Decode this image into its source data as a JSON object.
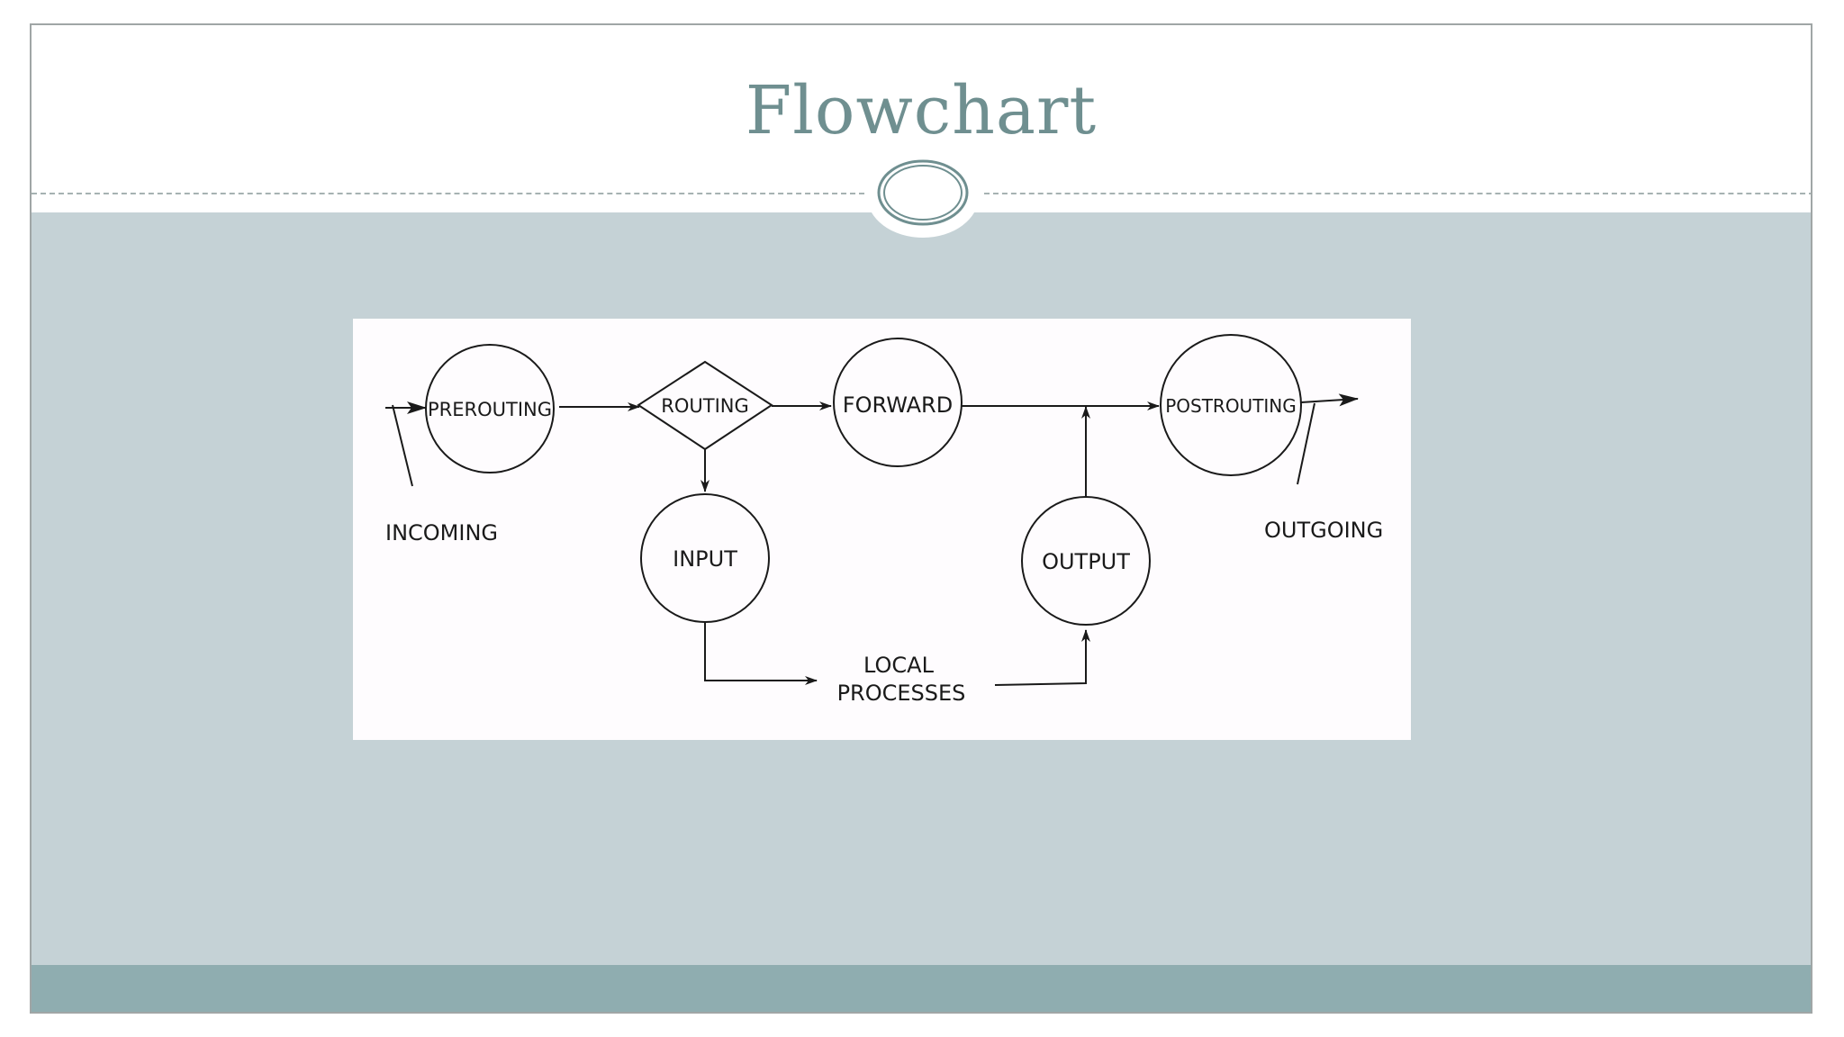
{
  "slide": {
    "title": "Flowchart"
  },
  "diagram": {
    "nodes": {
      "prerouting": "PREROUTING",
      "routing": "ROUTING",
      "forward": "FORWARD",
      "postrouting": "POSTROUTING",
      "input": "INPUT",
      "output": "OUTPUT"
    },
    "labels": {
      "incoming": "INCOMING",
      "outgoing": "OUTGOING",
      "local_line1": "LOCAL",
      "local_line2": "PROCESSES"
    }
  },
  "colors": {
    "title": "#6f8f90",
    "body_background": "#c5d2d6",
    "footer_bar": "#8fadb0",
    "panel_background": "#fefcfe",
    "ink": "#1a1a1a"
  }
}
